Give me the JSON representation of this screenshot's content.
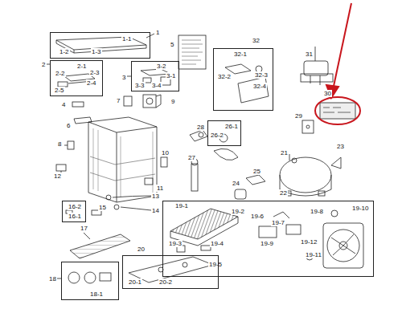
{
  "diagram": {
    "nodes": [
      {
        "text": [
          "1-1",
          "1-2",
          "1-3"
        ]
      },
      {
        "text": [
          "2-1",
          "2-2",
          "2-3",
          "2-4",
          "2-5"
        ]
      },
      {
        "text": [
          "3-2",
          "3-1",
          "3-3",
          "3-4"
        ]
      },
      {
        "text": [
          "32-1",
          "32-2",
          "32-3",
          "32-4"
        ]
      },
      {
        "text": [
          "26-1",
          "26-2"
        ]
      },
      {
        "text": [
          "16-2",
          "16-1"
        ]
      },
      {
        "text": [
          "19-1",
          "19-2",
          "19-6",
          "19-8",
          "19-10",
          "19-7",
          "19-3",
          "19-4",
          "19-9",
          "19-12",
          "19-5",
          "19-11"
        ]
      },
      {
        "text": [
          "20-1",
          "20-2"
        ]
      },
      {
        "text": [
          "18-1"
        ]
      }
    ],
    "edges": [],
    "labels": [
      "1",
      "5",
      "32",
      "31",
      "2",
      "3",
      "4",
      "7",
      "9",
      "30",
      "29",
      "6",
      "28",
      "8",
      "21",
      "23",
      "10",
      "27",
      "25",
      "12",
      "24",
      "11",
      "22",
      "13",
      "15",
      "14",
      "17",
      "20",
      "18"
    ]
  }
}
